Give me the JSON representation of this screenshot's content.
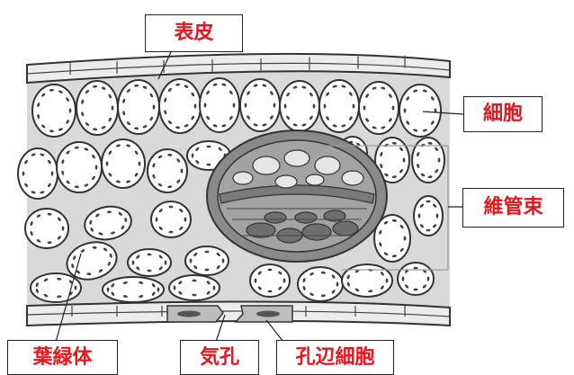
{
  "labels": {
    "epidermis": "表皮",
    "cell": "細胞",
    "vascular_bundle": "維管束",
    "chloroplast": "葉緑体",
    "stoma": "気孔",
    "guard_cell": "孔辺細胞"
  },
  "colors": {
    "label_text": "#e8141e",
    "outline": "#333333",
    "tissue_fill": "#d9d9d9",
    "cell_fill": "#ffffff",
    "xylem_fill": "#8f8f8f",
    "bundle_fill": "#a3a3a3",
    "phloem_fill": "#6e6e6e"
  }
}
